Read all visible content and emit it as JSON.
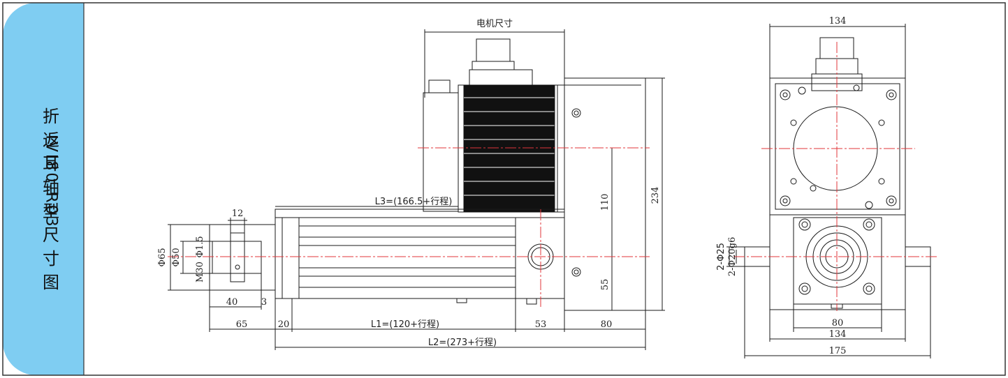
{
  "sidebar": {
    "title_cn": "折\n返\n耳\n轴\n型\n尺\n寸\n图",
    "model": "IVI80-R03"
  },
  "side_view": {
    "motor_label": "电机尺寸",
    "dims": {
      "d12": "12",
      "phi65": "Φ65",
      "phi50": "Φ50",
      "m30": "M30",
      "phi15": "Φ1.5",
      "d40": "40",
      "d3": "3",
      "d65": "65",
      "d20": "20",
      "l1": "L1=(120+行程)",
      "d53": "53",
      "d80": "80",
      "l2": "L2=(273+行程)",
      "l3": "L3=(166.5+行程)",
      "d110": "110",
      "d55": "55",
      "d234": "234"
    }
  },
  "front_view": {
    "dims": {
      "top134": "134",
      "phi25": "2-Φ25",
      "phi20": "2-Φ20g6",
      "d80": "80",
      "bot134": "134",
      "d175": "175"
    }
  },
  "colors": {
    "sidebar": "#7fcdf2",
    "centerline": "#e0353a",
    "line": "#1a1a1a"
  }
}
